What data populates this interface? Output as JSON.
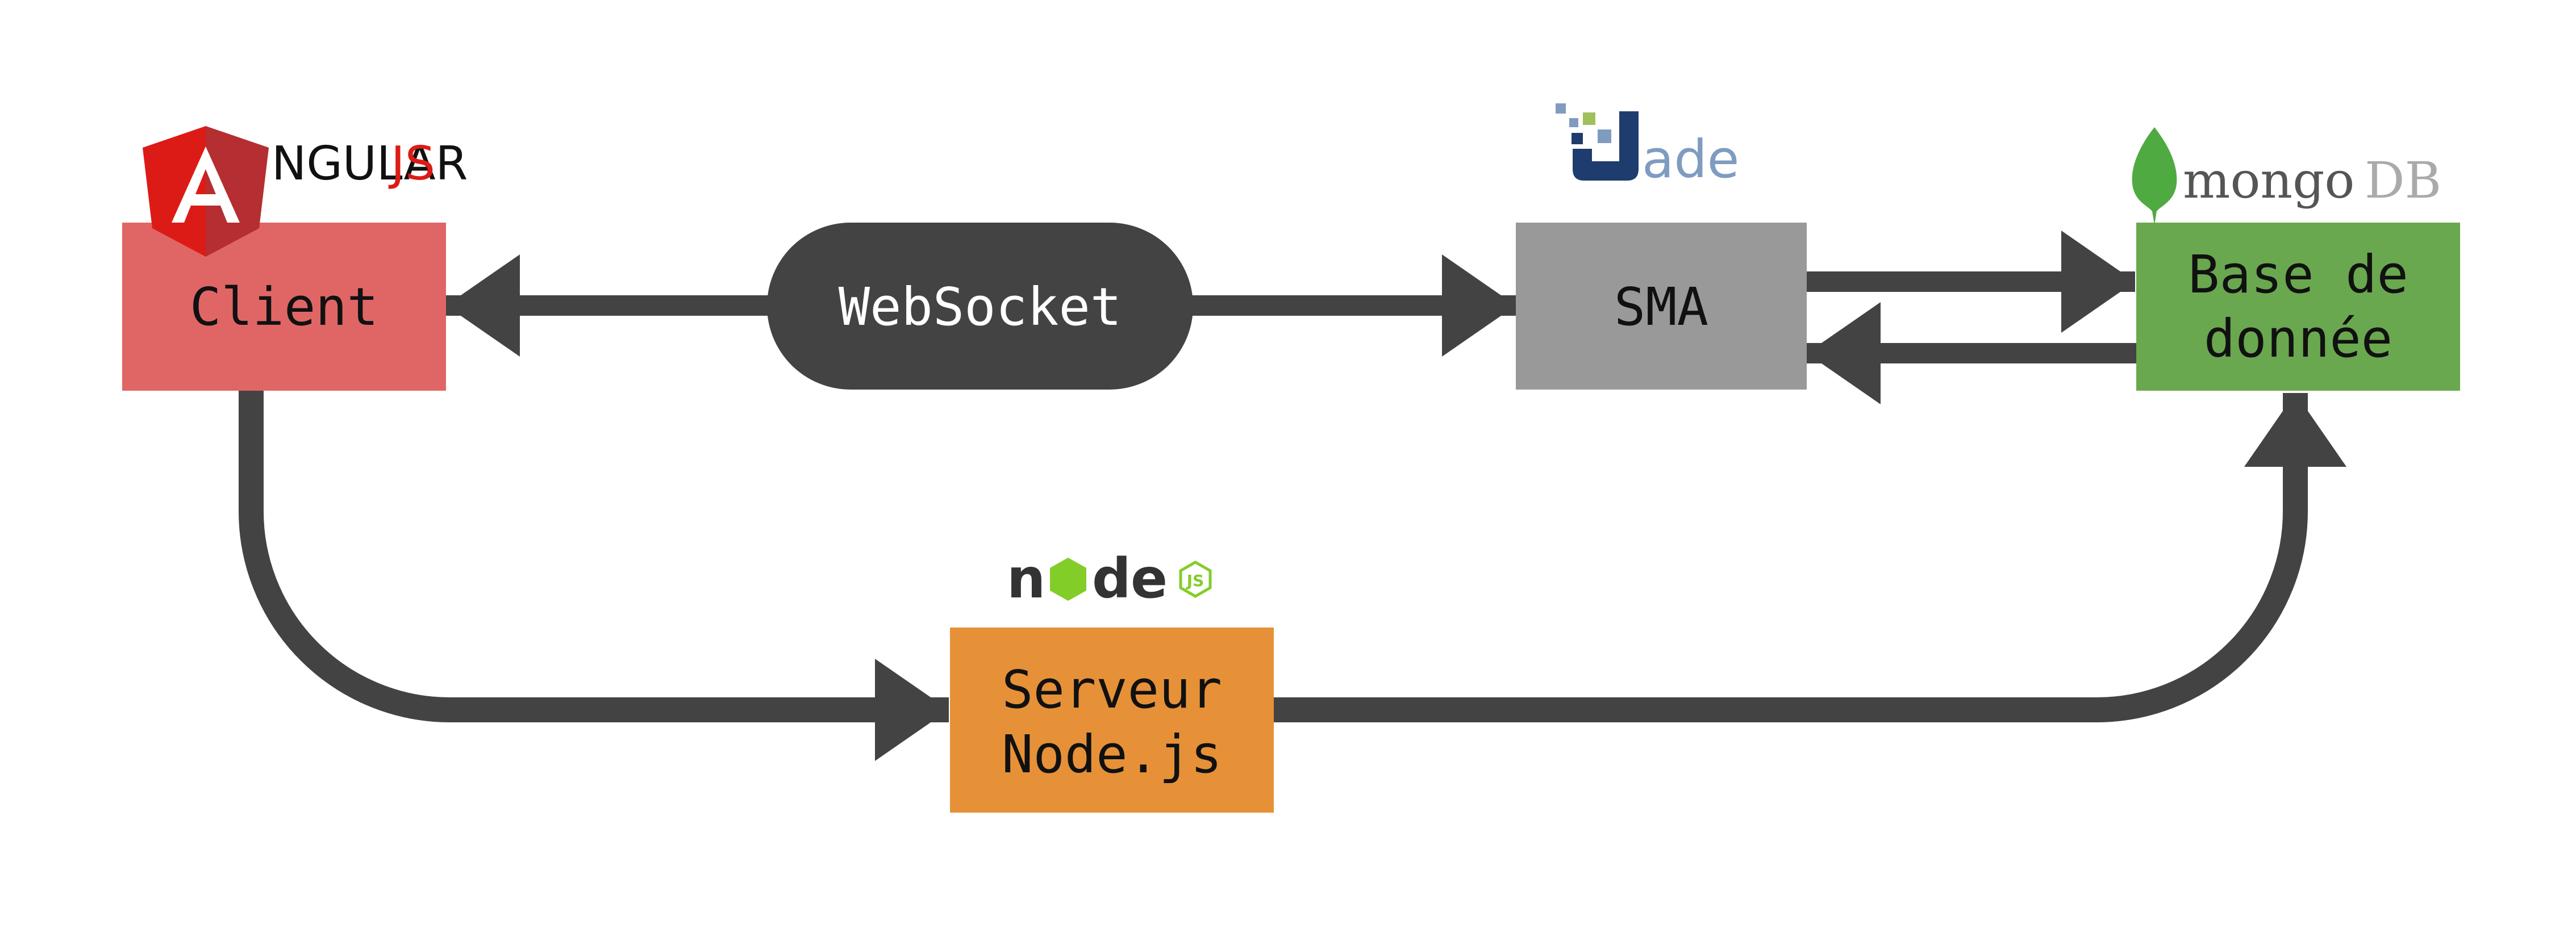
{
  "colors": {
    "client_fill": "#E06666",
    "sma_fill": "#999999",
    "db_fill": "#6AA84F",
    "server_fill": "#E69138",
    "pill_fill": "#434343",
    "arrow": "#434343",
    "angular_red": "#DD1B16",
    "angular_dark": "#B52E31",
    "mongo_green": "#4FAA41",
    "mongo_text": "#555555",
    "mongo_db_text": "#AAAAAA",
    "node_dark": "#333333",
    "node_green": "#83CD29",
    "jade_navy": "#1F3C6E",
    "jade_light": "#7F9CC0"
  },
  "logos": {
    "angular": {
      "first_letter": "A",
      "word": "NGULAR",
      "suffix": "JS",
      "icon": "angular-shield-icon"
    },
    "jade": {
      "word": "ade",
      "icon": "jade-logo-icon"
    },
    "mongodb": {
      "word": "mongo",
      "suffix": "DB",
      "icon": "mongodb-leaf-icon"
    },
    "node": {
      "letter_n": "n",
      "letter_d": "d",
      "letter_e": "e",
      "badge": "JS",
      "icon": "nodejs-hexagon-icon"
    }
  },
  "nodes": {
    "client": {
      "label": "Client"
    },
    "websocket": {
      "label": "WebSocket"
    },
    "sma": {
      "label": "SMA"
    },
    "database": {
      "line1": "Base de",
      "line2": "donnée"
    },
    "server": {
      "line1": "Serveur",
      "line2": "Node.js"
    }
  },
  "edges": [
    {
      "from": "websocket",
      "to": "client"
    },
    {
      "from": "websocket",
      "to": "sma"
    },
    {
      "from": "sma",
      "to": "database"
    },
    {
      "from": "database",
      "to": "sma"
    },
    {
      "from": "client",
      "to": "server"
    },
    {
      "from": "server",
      "to": "database"
    }
  ]
}
